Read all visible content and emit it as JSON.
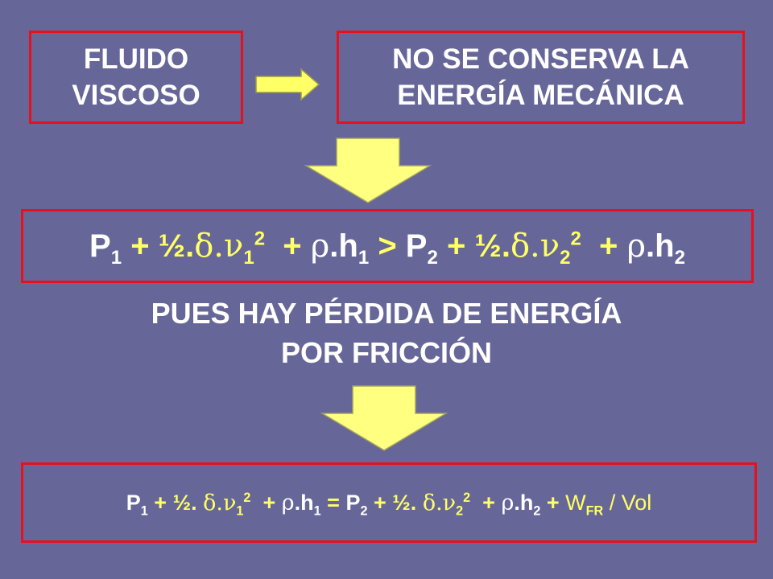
{
  "top_left_box": {
    "line1": "FLUIDO",
    "line2": "VISCOSO"
  },
  "top_right_box": {
    "line1": "NO SE CONSERVA LA",
    "line2": "ENERGÍA MECÁNICA"
  },
  "inequality": {
    "P": "P",
    "one": "1",
    "two": "2",
    "plus": "+",
    "half": "½.",
    "delta": "δ",
    "dot": ".",
    "nu": "ν",
    "sq": "2",
    "rho": "ρ",
    "h": ".h",
    "gt": ">"
  },
  "loss_text": {
    "line1": "PUES HAY PÉRDIDA DE ENERGÍA",
    "line2": "POR FRICCIÓN"
  },
  "equation": {
    "P": "P",
    "one": "1",
    "two": "2",
    "plus": "+",
    "half": "½. ",
    "delta": "δ",
    "dot": ".",
    "nu": "ν",
    "sq": "2",
    "rho": "ρ",
    "h": ".h",
    "eq": "=",
    "W": "W",
    "FR": "FR",
    "per_vol": " / Vol"
  },
  "colors": {
    "background": "#666699",
    "border": "#e8101a",
    "yellow": "#ffff66",
    "text": "#ffffff"
  },
  "icons": [
    "right-arrow-icon",
    "down-arrow-icon",
    "down-arrow-icon"
  ]
}
